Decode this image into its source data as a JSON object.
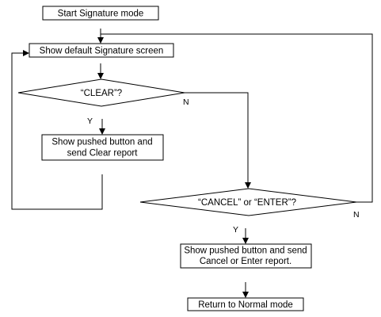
{
  "diagram": {
    "nodes": {
      "start": {
        "text": "Start Signature mode"
      },
      "default_screen": {
        "text": "Show default Signature screen"
      },
      "clear_decision": {
        "text": "“CLEAR”?"
      },
      "clear_action": {
        "line1": "Show pushed button and",
        "line2": "send Clear report"
      },
      "cancel_enter_decision": {
        "text": "“CANCEL” or “ENTER”?"
      },
      "cancel_enter_action": {
        "line1": "Show pushed button and send",
        "line2": "Cancel or Enter report."
      },
      "return": {
        "text": "Return to  Normal mode"
      }
    },
    "labels": {
      "clear_no": "N",
      "clear_yes": "Y",
      "cancel_enter_no": "N",
      "cancel_enter_yes": "Y"
    }
  },
  "colors": {
    "stroke": "#000000",
    "background": "#ffffff"
  }
}
